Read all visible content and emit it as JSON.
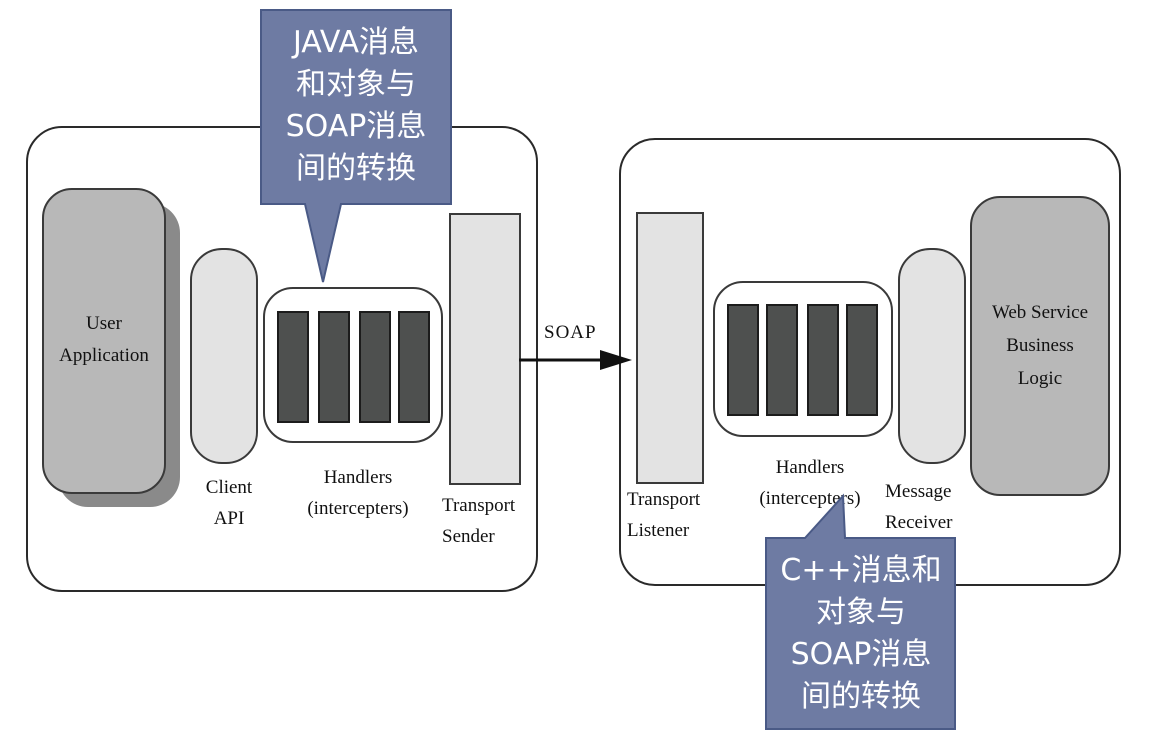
{
  "client_side": {
    "user_application": "User\nApplication",
    "client_api": "Client\nAPI",
    "handlers": "Handlers\n(intercepters)",
    "transport_sender": "Transport\nSender"
  },
  "server_side": {
    "transport_listener": "Transport\nListener",
    "handlers": "Handlers\n(intercepters)",
    "message_receiver": "Message\nReceiver",
    "business_logic": "Web Service\nBusiness\nLogic"
  },
  "connection": {
    "protocol": "SOAP"
  },
  "callouts": {
    "java": "JAVA消息\n和对象与\nSOAP消息\n间的转换",
    "cpp": "C++消息和\n对象与\nSOAP消息\n间的转换"
  },
  "colors": {
    "callout_fill": "#6e7ba3",
    "callout_border": "#4a5a86",
    "handler_bar": "#4e504f",
    "dark_pill": "#b8b8b8",
    "light_pill": "#e3e3e3"
  }
}
